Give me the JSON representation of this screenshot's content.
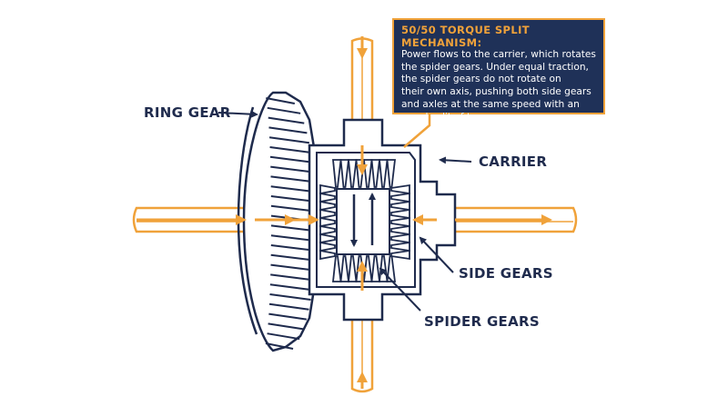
{
  "colors": {
    "navy": "#1f2b4d",
    "orange": "#f0a23a",
    "callout_background": "#1f3158",
    "background": "#ffffff"
  },
  "callout": {
    "title": "50/50 TORQUE SPLIT MECHANISM:",
    "body": "Power flows to the carrier, which rotates\nthe spider gears. Under equal traction,\nthe spider gears do not rotate on\ntheir own axis, pushing both side gears\nand axles at the same speed with an\nequal split of torque."
  },
  "labels": {
    "ring_gear": "RING GEAR",
    "carrier": "CARRIER",
    "side_gears": "SIDE GEARS",
    "spider_gears": "SPIDER GEARS"
  }
}
